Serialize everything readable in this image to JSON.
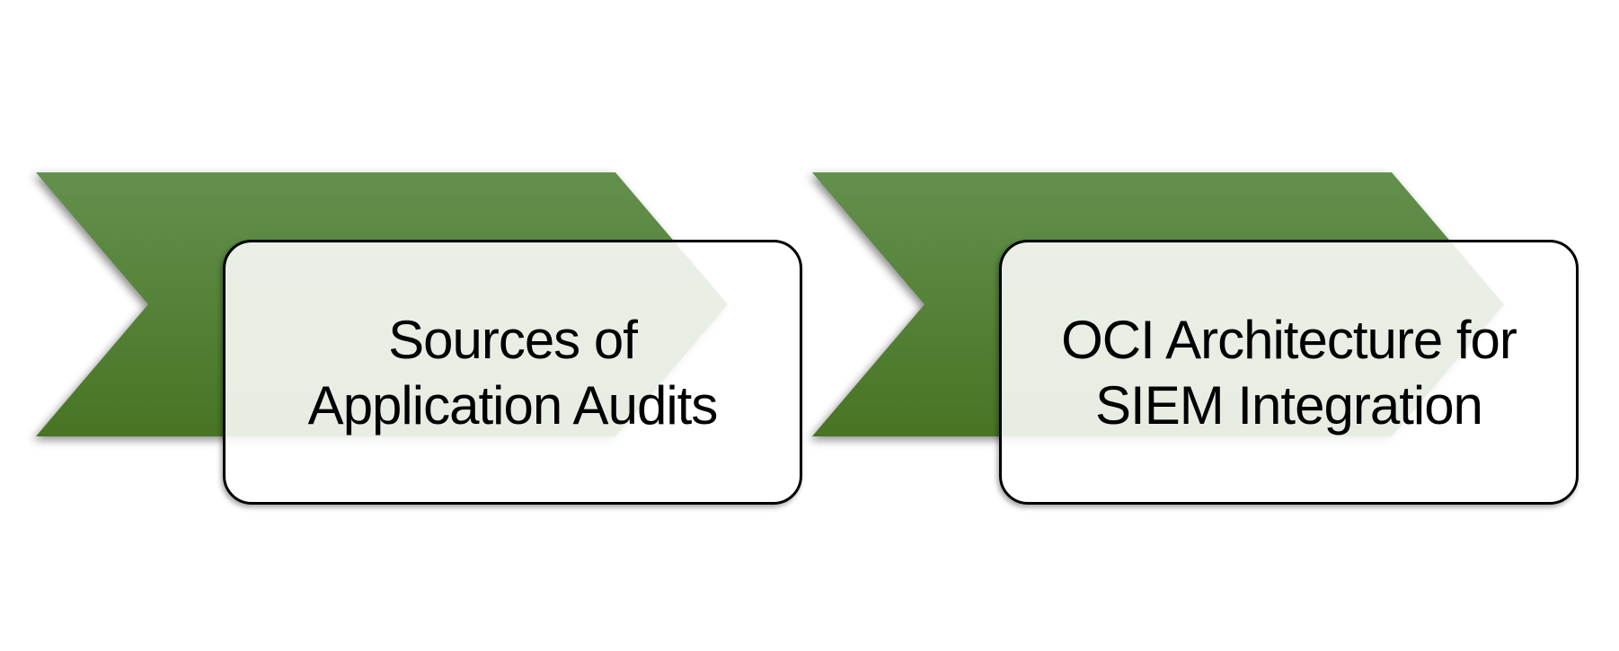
{
  "diagram": {
    "type": "chevron-process-list",
    "items": [
      {
        "lines": [
          "Sources of",
          "Application Audits"
        ]
      },
      {
        "lines": [
          "OCI Architecture for",
          "SIEM Integration"
        ]
      }
    ]
  },
  "colors": {
    "page_background": "#ffffff",
    "arrow_gradient_top": "#63904d",
    "arrow_gradient_bottom": "#487424",
    "card_fill": "rgba(255,255,255,0.87)",
    "card_border": "#000000",
    "label_text": "#000000"
  }
}
